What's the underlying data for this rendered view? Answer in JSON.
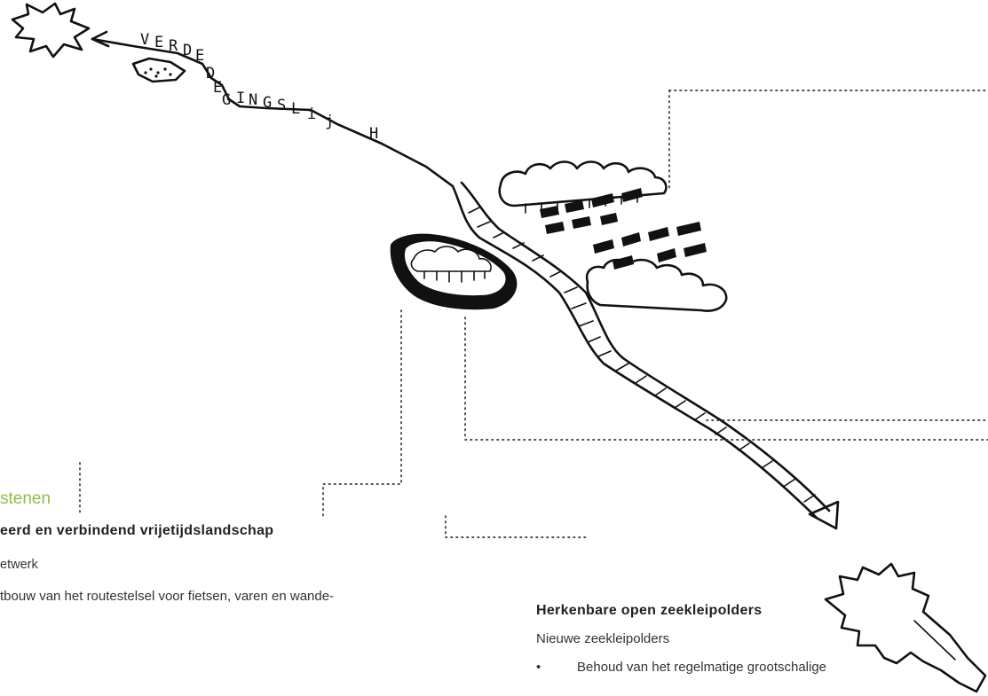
{
  "sketch": {
    "handwritten_label": [
      "V",
      "E",
      "R",
      "D",
      "E",
      "D",
      "E",
      "G",
      "I",
      "N",
      "G",
      "S",
      "L",
      "i",
      "j",
      "H"
    ]
  },
  "left_text": {
    "title": "stenen",
    "heading": "eerd en verbindend vrijetijdslandschap",
    "subheading": "etwerk",
    "bullet": "tbouw van het routestelsel voor fietsen, varen en wande-"
  },
  "right_text": {
    "heading": "Herkenbare open zeekleipolders",
    "subheading": "Nieuwe zeekleipolders",
    "bullet_marker": "•",
    "bullet": "Behoud van het regelmatige grootschalige"
  },
  "colors": {
    "accent": "#8dc044",
    "ink": "#111111",
    "text": "#231f20"
  }
}
